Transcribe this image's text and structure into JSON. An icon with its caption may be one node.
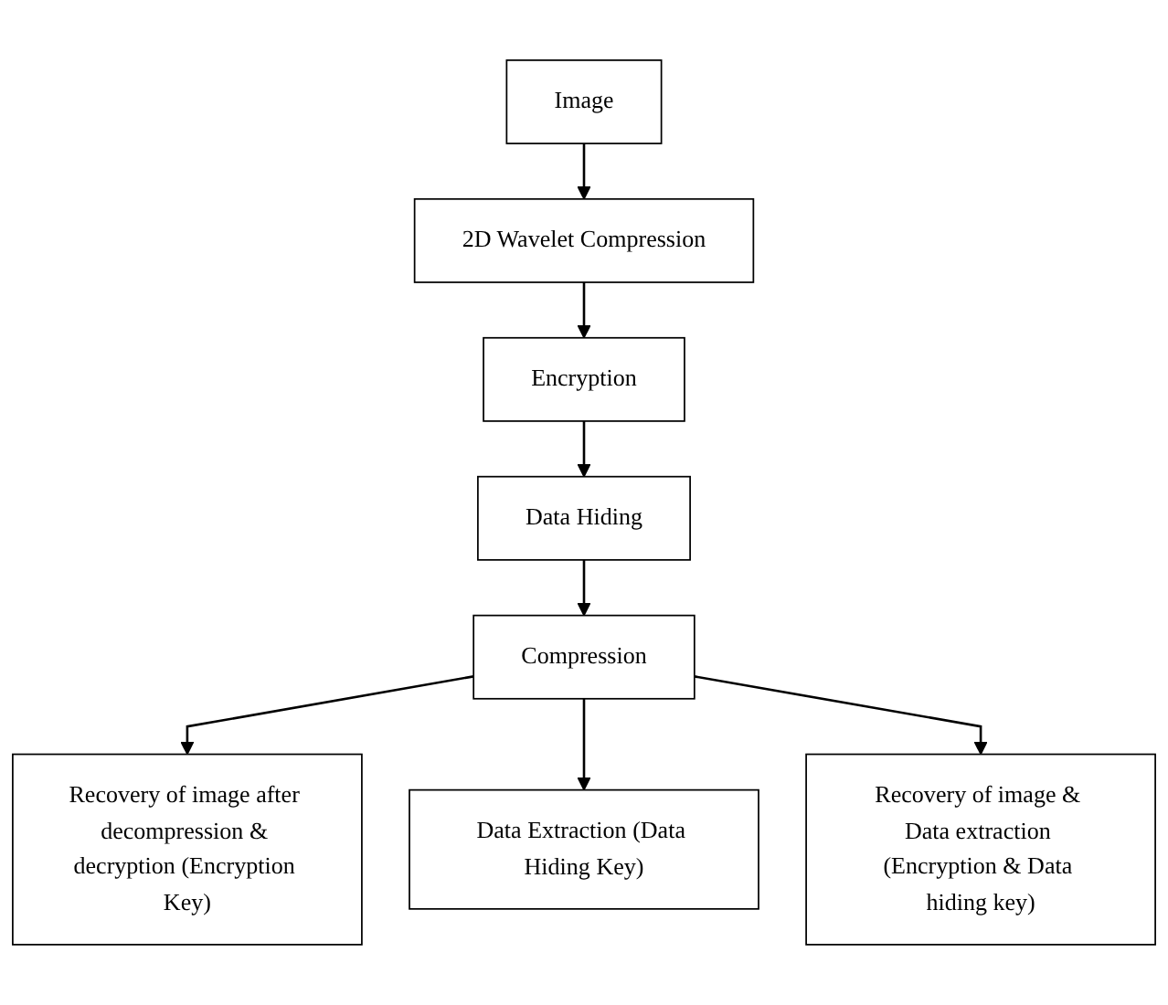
{
  "diagram": {
    "nodes": [
      {
        "text": [
          "Image"
        ]
      },
      {
        "text": [
          "2D Wavelet Compression"
        ]
      },
      {
        "text": [
          "Encryption"
        ]
      },
      {
        "text": [
          "Data Hiding"
        ]
      },
      {
        "text": [
          "Compression"
        ]
      },
      {
        "text": [
          "Recovery of image after decompression & decryption (Encryption Key)"
        ]
      },
      {
        "text": [
          "Data Extraction (Data Hiding Key)"
        ]
      },
      {
        "text": [
          "Recovery of image & Data extraction (Encryption & Data hiding key)"
        ]
      }
    ],
    "edges": [
      {
        "from": 0,
        "to": 1,
        "arrow": "to"
      },
      {
        "from": 1,
        "to": 2,
        "arrow": "to"
      },
      {
        "from": 2,
        "to": 3,
        "arrow": "to"
      },
      {
        "from": 3,
        "to": 4,
        "arrow": "to"
      },
      {
        "from": 4,
        "to": 5,
        "arrow": "to"
      },
      {
        "from": 4,
        "to": 6,
        "arrow": "to"
      },
      {
        "from": 4,
        "to": 7,
        "arrow": "to"
      }
    ]
  }
}
